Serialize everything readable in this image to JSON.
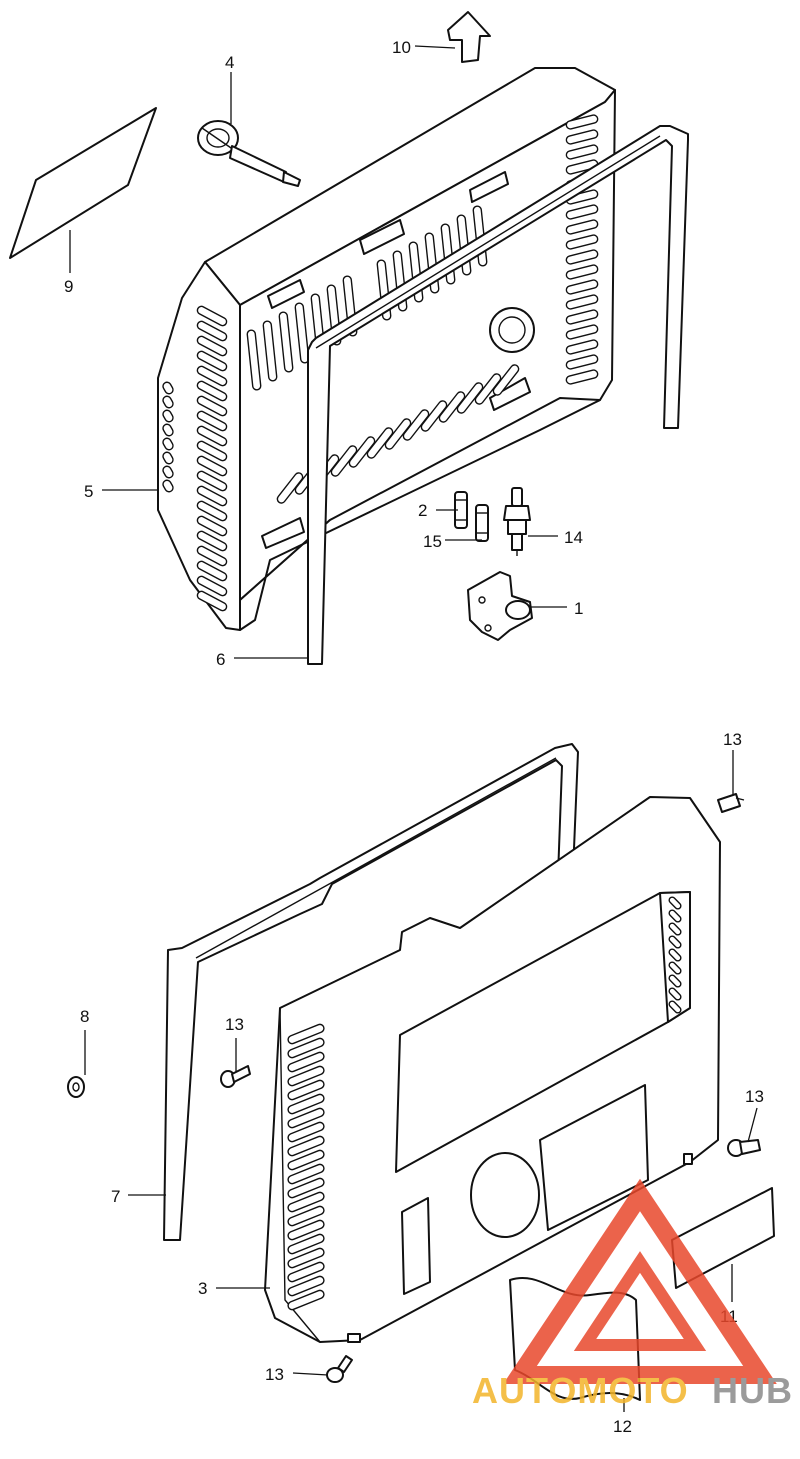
{
  "diagram": {
    "callouts": [
      {
        "id": "1",
        "label": "1"
      },
      {
        "id": "2",
        "label": "2"
      },
      {
        "id": "3",
        "label": "3"
      },
      {
        "id": "4",
        "label": "4"
      },
      {
        "id": "5",
        "label": "5"
      },
      {
        "id": "6",
        "label": "6"
      },
      {
        "id": "7",
        "label": "7"
      },
      {
        "id": "8",
        "label": "8"
      },
      {
        "id": "9",
        "label": "9"
      },
      {
        "id": "10",
        "label": "10"
      },
      {
        "id": "11",
        "label": "11"
      },
      {
        "id": "12",
        "label": "12"
      },
      {
        "id": "13a",
        "label": "13"
      },
      {
        "id": "13b",
        "label": "13"
      },
      {
        "id": "13c",
        "label": "13"
      },
      {
        "id": "13d",
        "label": "13"
      },
      {
        "id": "14",
        "label": "14"
      },
      {
        "id": "15",
        "label": "15"
      }
    ]
  },
  "watermark": {
    "brand_part1": "AUTOMOTO",
    "brand_part2": "HUB",
    "colors": {
      "accent": "#e8482c",
      "gold": "#f3b52a",
      "grey": "#8a8a8a"
    }
  }
}
